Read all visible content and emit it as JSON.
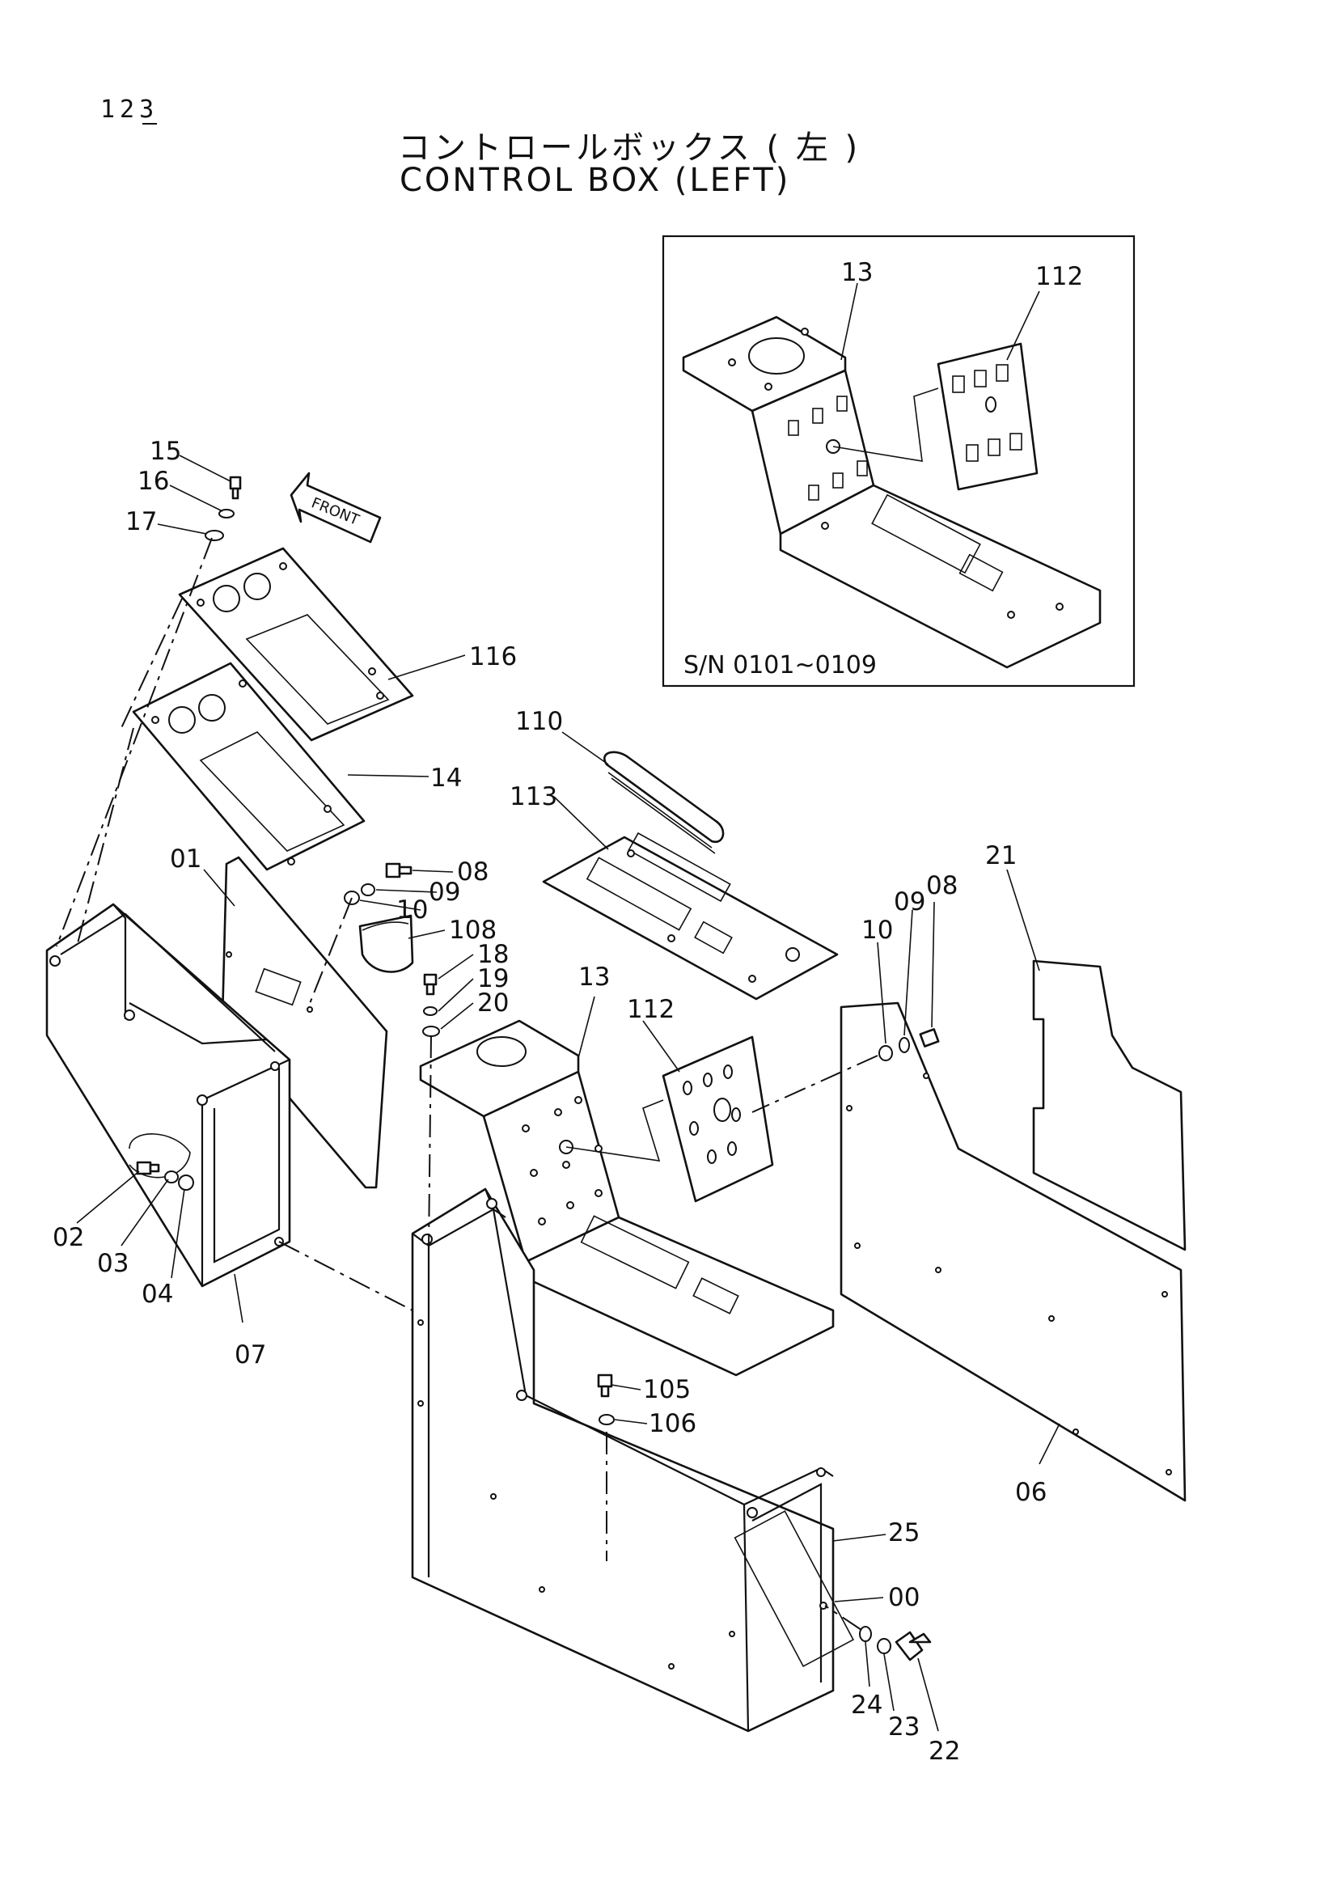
{
  "header": {
    "page_number": "123",
    "title_jp": "コントロールボックス ( 左 )",
    "title_en": "CONTROL BOX (LEFT)"
  },
  "inset": {
    "serial_range": "S/N 0101~0109",
    "labels": {
      "bracket": "13",
      "plate": "112"
    }
  },
  "front_arrow": {
    "label": "FRONT"
  },
  "callouts": {
    "c15": "15",
    "c16": "16",
    "c17": "17",
    "c116": "116",
    "c14": "14",
    "c110": "110",
    "c113": "113",
    "c01": "01",
    "c08a": "08",
    "c09a": "09",
    "c10a": "10",
    "c108": "108",
    "c18": "18",
    "c19": "19",
    "c20": "20",
    "c13": "13",
    "c112": "112",
    "c21": "21",
    "c10b": "10",
    "c09b": "09",
    "c08b": "08",
    "c02": "02",
    "c03": "03",
    "c04": "04",
    "c07": "07",
    "c105": "105",
    "c106": "106",
    "c06": "06",
    "c25": "25",
    "c00": "00",
    "c24": "24",
    "c23": "23",
    "c22": "22"
  }
}
